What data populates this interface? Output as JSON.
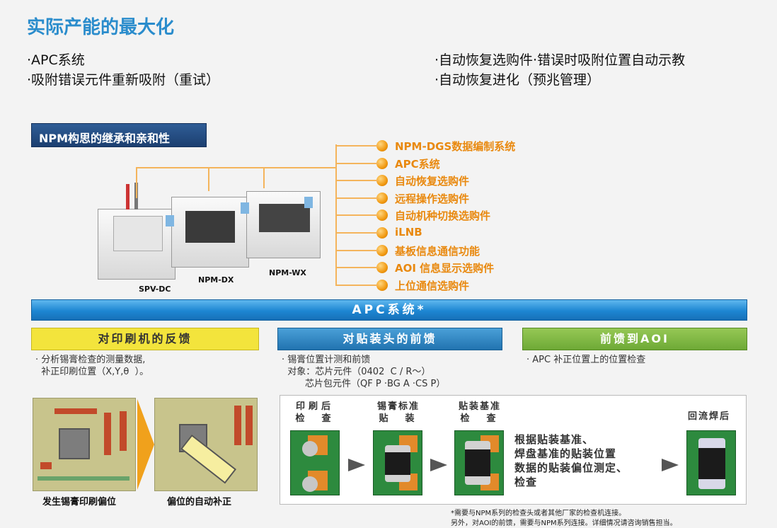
{
  "title": "实际产能的最大化",
  "bullets_left": [
    "·APC系统",
    "·吸附错误元件重新吸附（重试）"
  ],
  "bullets_right": [
    "·自动恢复选购件·错误时吸附位置自动示教",
    "·自动恢复进化（预兆管理）"
  ],
  "npm_box": "NPM构思的继承和亲和性",
  "features": [
    "NPM-DGS数据编制系统",
    "APC系统",
    "自动恢复选购件",
    "远程操作选购件",
    "自动机种切换选购件",
    "iLNB",
    "基板信息通信功能",
    "AOI 信息显示选购件",
    "上位通信选购件"
  ],
  "machines": [
    "SPV-DC",
    "NPM-DX",
    "NPM-WX"
  ],
  "apc_bar": "APC系统*",
  "sections": [
    {
      "header": "对印刷机的反馈",
      "notes": [
        "· 分析锡膏检查的测量数据,",
        "  补正印刷位置（X,Y,θ  ）。"
      ]
    },
    {
      "header": "对贴装头的前馈",
      "notes": [
        "· 锡膏位置计测和前馈",
        "  对象：芯片元件（0402  C / R～）",
        "        芯片包元件（QF P ·BG A ·CS P）"
      ]
    },
    {
      "header": "前馈到AOI",
      "notes": [
        "· APC 补正位置上的位置检查"
      ]
    }
  ],
  "image_captions": [
    "发生锡膏印刷偏位",
    "偏位的自动补正"
  ],
  "stages": [
    {
      "line1": "印刷后",
      "line2": "检  查"
    },
    {
      "line1": "锡膏标准",
      "line2": "贴  装"
    },
    {
      "line1": "贴装基准",
      "line2": "检  查"
    },
    {
      "line1": "回流焊后",
      "line2": ""
    }
  ],
  "measure_text": [
    "根据贴装基准、",
    "焊盘基准的贴装位置",
    "数据的贴装偏位测定、",
    "检查"
  ],
  "footnotes": [
    "*需要与NPM系列的检查头或者其他厂家的检查机连接。",
    "另外，对AOI的前馈，需要与NPM系列连接。详细情况请咨询销售担当。"
  ],
  "colors": {
    "title": "#2a8ccc",
    "feature": "#e9890f",
    "apc_bar": "#1d86d2",
    "printer": "#f2e13a",
    "head": "#2f88c4",
    "aoi": "#7fb63e"
  }
}
